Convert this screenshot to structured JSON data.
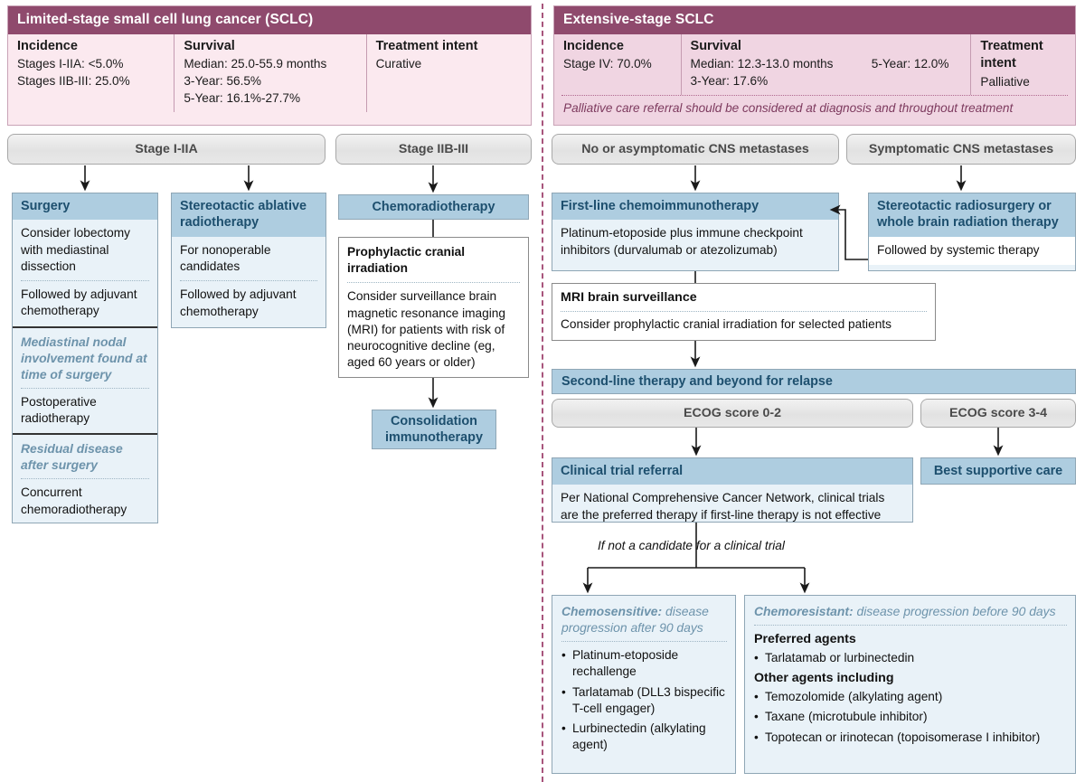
{
  "left": {
    "title": "Limited-stage small cell lung cancer (SCLC)",
    "incidence": {
      "head": "Incidence",
      "lines": [
        "Stages I-IIA: <5.0%",
        "Stages IIB-III: 25.0%"
      ]
    },
    "survival": {
      "head": "Survival",
      "lines": [
        "Median: 25.0-55.9 months",
        "3-Year: 56.5%",
        "5-Year: 16.1%-27.7%"
      ]
    },
    "intent": {
      "head": "Treatment intent",
      "lines": [
        "Curative"
      ]
    },
    "stage_a": "Stage I-IIA",
    "stage_b": "Stage IIB-III",
    "surgery": {
      "title": "Surgery",
      "s1": "Consider lobectomy with mediastinal dissection",
      "s2": "Followed by adjuvant chemotherapy",
      "sub1": "Mediastinal nodal involvement found at time of surgery",
      "s3": "Postoperative radiotherapy",
      "sub2": "Residual disease after surgery",
      "s4": "Concurrent chemoradiotherapy"
    },
    "sabr": {
      "title": "Stereotactic ablative radiotherapy",
      "s1": "For nonoperable candidates",
      "s2": "Followed by adjuvant chemotherapy"
    },
    "chemort": {
      "title": "Chemoradiotherapy",
      "pci_head": "Prophylactic cranial irradiation",
      "pci_body": "Consider surveillance brain magnetic resonance imaging (MRI) for patients with risk of neurocognitive decline (eg, aged 60 years or older)",
      "consolidation": "Consolidation immunotherapy"
    }
  },
  "right": {
    "title": "Extensive-stage SCLC",
    "incidence": {
      "head": "Incidence",
      "lines": [
        "Stage IV: 70.0%"
      ]
    },
    "survival": {
      "head": "Survival",
      "lines": [
        "Median: 12.3-13.0 months",
        "3-Year: 17.6%"
      ]
    },
    "survival5": {
      "lines": [
        "5-Year: 12.0%"
      ]
    },
    "intent": {
      "head": "Treatment intent",
      "lines": [
        "Palliative"
      ]
    },
    "palliative_note": "Palliative care referral should be considered at diagnosis and throughout treatment",
    "cns_none": "No or asymptomatic CNS metastases",
    "cns_sympt": "Symptomatic CNS metastases",
    "firstline": {
      "title": "First-line chemoimmunotherapy",
      "body": "Platinum-etoposide plus immune checkpoint inhibitors (durvalumab or atezolizumab)"
    },
    "srs": {
      "title": "Stereotactic radiosurgery or whole brain radiation therapy",
      "body": "Followed by systemic therapy"
    },
    "mri": {
      "title": "MRI brain surveillance",
      "body": "Consider prophylactic cranial irradiation for selected patients"
    },
    "secondline": "Second-line therapy and beyond for relapse",
    "ecog_low": "ECOG score 0-2",
    "ecog_high": "ECOG score 3-4",
    "trial": {
      "title": "Clinical trial referral",
      "body": "Per National Comprehensive Cancer Network, clinical trials are the preferred therapy if first-line therapy is not effective"
    },
    "bsc": "Best supportive care",
    "not_candidate": "If not a candidate for a clinical trial",
    "chemosensitive": {
      "label": "Chemosensitive:",
      "desc": " disease progression after 90 days",
      "items": [
        "Platinum-etoposide rechallenge",
        "Tarlatamab (DLL3 bispecific T-cell engager)",
        "Lurbinectedin (alkylating agent)"
      ]
    },
    "chemoresistant": {
      "label": "Chemoresistant:",
      "desc": " disease progression before 90 days",
      "preferred_head": "Preferred agents",
      "preferred": [
        "Tarlatamab or lurbinectedin"
      ],
      "other_head": "Other agents including",
      "other": [
        "Temozolomide (alkylating agent)",
        "Taxane (microtubule inhibitor)",
        "Topotecan or irinotecan (topoisomerase I inhibitor)"
      ]
    }
  },
  "colors": {
    "header_purple": "#8f4a6d",
    "pink_left": "#fbe9ef",
    "pink_right": "#f0d5e2",
    "blue_header": "#aecde0",
    "blue_body": "#e9f2f8",
    "gray_bar": "#e6e6e6",
    "divider": "#a8557c"
  }
}
